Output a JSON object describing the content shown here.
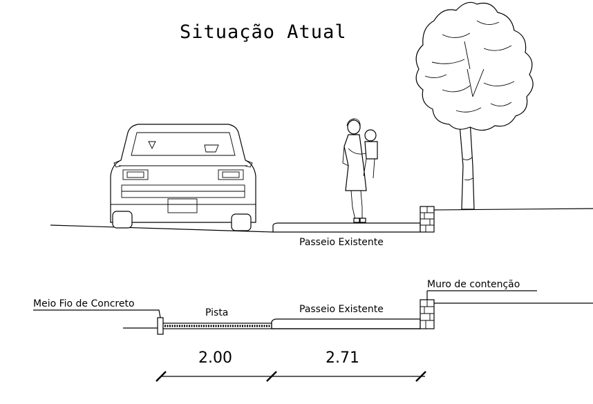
{
  "title": "Situação Atual",
  "labels": {
    "passeio_top": "Passeio Existente",
    "passeio_bottom": "Passeio Existente",
    "pista": "Pista",
    "meio_fio": "Meio Fio de Concreto",
    "muro": "Muro de contenção"
  },
  "dimensions": {
    "pista_width": "2.00",
    "passeio_width": "2.71"
  },
  "icons": [
    "car-icon",
    "pedestrian-with-child-icon",
    "tree-icon",
    "retaining-wall-icon"
  ]
}
